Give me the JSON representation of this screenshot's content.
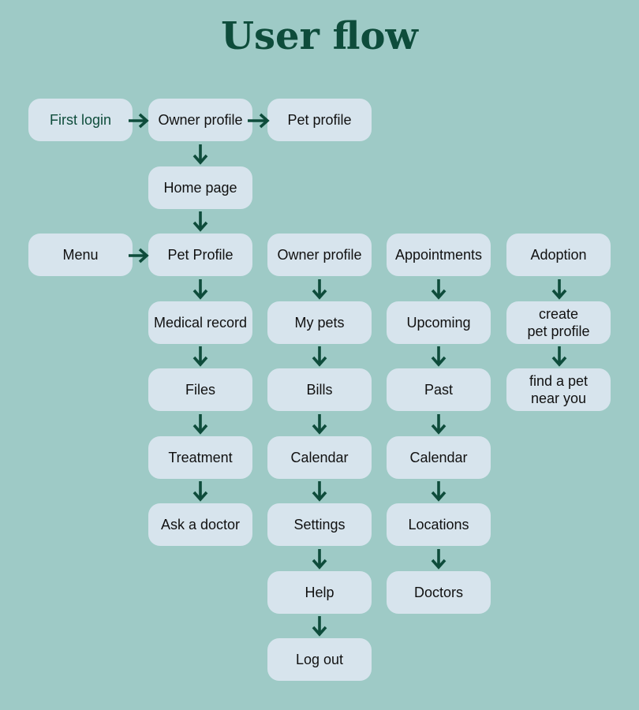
{
  "title": "User flow",
  "nodes": {
    "first_login": "First login",
    "owner_profile_top": "Owner profile",
    "pet_profile_top": "Pet profile",
    "home_page": "Home page",
    "menu": "Menu",
    "pet_profile": "Pet Profile",
    "medical_record": "Medical record",
    "files": "Files",
    "treatment": "Treatment",
    "ask_a_doctor": "Ask a doctor",
    "owner_profile": "Owner profile",
    "my_pets": "My pets",
    "bills": "Bills",
    "calendar_owner": "Calendar",
    "settings": "Settings",
    "help": "Help",
    "log_out": "Log out",
    "appointments": "Appointments",
    "upcoming": "Upcoming",
    "past": "Past",
    "calendar_appointments": "Calendar",
    "locations": "Locations",
    "doctors": "Doctors",
    "adoption": "Adoption",
    "create_pet_profile": "create\npet profile",
    "find_a_pet": "find a pet\nnear you"
  },
  "colors": {
    "background": "#9ecac6",
    "node": "#d7e4ed",
    "accent": "#0e4c3b",
    "text": "#111111"
  }
}
